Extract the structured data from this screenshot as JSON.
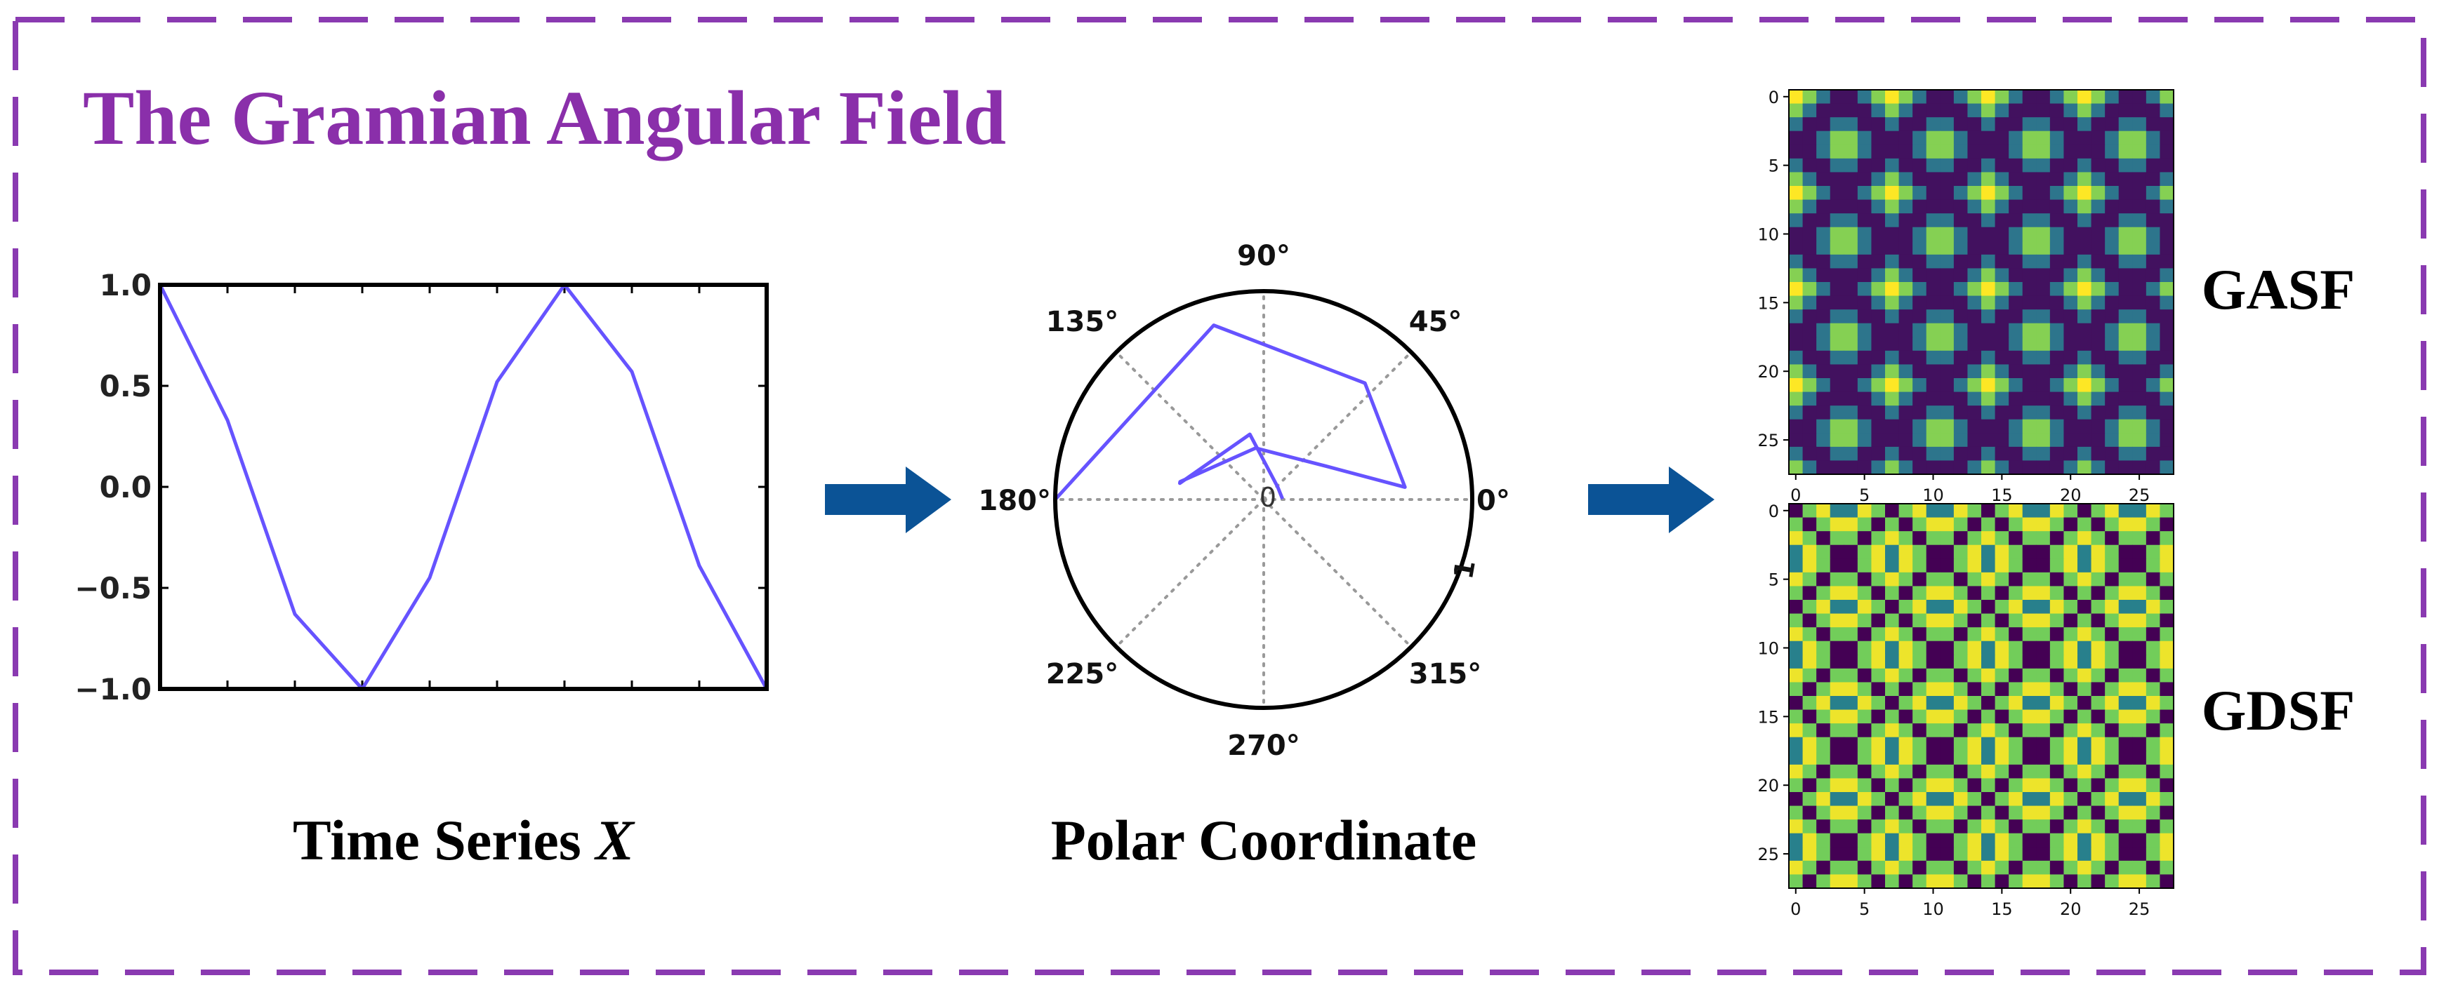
{
  "title": "The Gramian Angular Field",
  "colors": {
    "border": "#8a3ab1",
    "title": "#8a2faa",
    "series": "#6653ff",
    "arrow": "#0b5396",
    "viridis": [
      "#440154",
      "#3b528b",
      "#21918c",
      "#5ec962",
      "#fde725"
    ]
  },
  "time_series": {
    "caption_text": "Time Series ",
    "caption_var": "X",
    "chart_data": {
      "type": "line",
      "x": [
        0,
        1,
        2,
        3,
        4,
        5,
        6,
        7,
        8,
        9
      ],
      "values": [
        1.0,
        0.33,
        -0.63,
        -1.0,
        -0.45,
        0.52,
        1.0,
        0.57,
        -0.39,
        -1.0
      ],
      "ylim": [
        -1.0,
        1.0
      ],
      "xlim": [
        0,
        9
      ],
      "yticks": [
        "1.0",
        "0.5",
        "0.0",
        "−0.5",
        "−1.0"
      ],
      "ytick_values": [
        1.0,
        0.5,
        0.0,
        -0.5,
        -1.0
      ]
    }
  },
  "polar": {
    "caption": "Polar Coordinate",
    "angle_labels": [
      "0°",
      "45°",
      "90°",
      "135°",
      "180°",
      "225°",
      "270°",
      "315°"
    ],
    "radial_labels": [
      "0",
      "1"
    ],
    "chart_data": {
      "type": "line",
      "note": "polar line chart, theta in degrees, r in [0,1]",
      "theta": [
        180,
        106,
        49,
        5,
        28,
        99,
        168,
        169,
        102,
        42,
        2
      ],
      "r": [
        1.0,
        0.87,
        0.74,
        0.68,
        0.34,
        0.25,
        0.41,
        0.41,
        0.32,
        0.09,
        0.09
      ],
      "rlim": [
        0,
        1
      ]
    }
  },
  "gasf": {
    "label": "GASF",
    "ticks": [
      "0",
      "5",
      "10",
      "15",
      "20",
      "25"
    ],
    "chart_data": {
      "type": "heatmap",
      "size": 28,
      "formula": "cos(phi_i + phi_j), x_t = cos(2*pi*t/7)",
      "range": [
        -1,
        1
      ]
    }
  },
  "gdsf": {
    "label": "GDSF",
    "ticks": [
      "0",
      "5",
      "10",
      "15",
      "20",
      "25"
    ],
    "chart_data": {
      "type": "heatmap",
      "size": 28,
      "formula": "sin(phi_i - phi_j), x_t = cos(2*pi*t/7)",
      "range": [
        -1,
        1
      ]
    }
  }
}
